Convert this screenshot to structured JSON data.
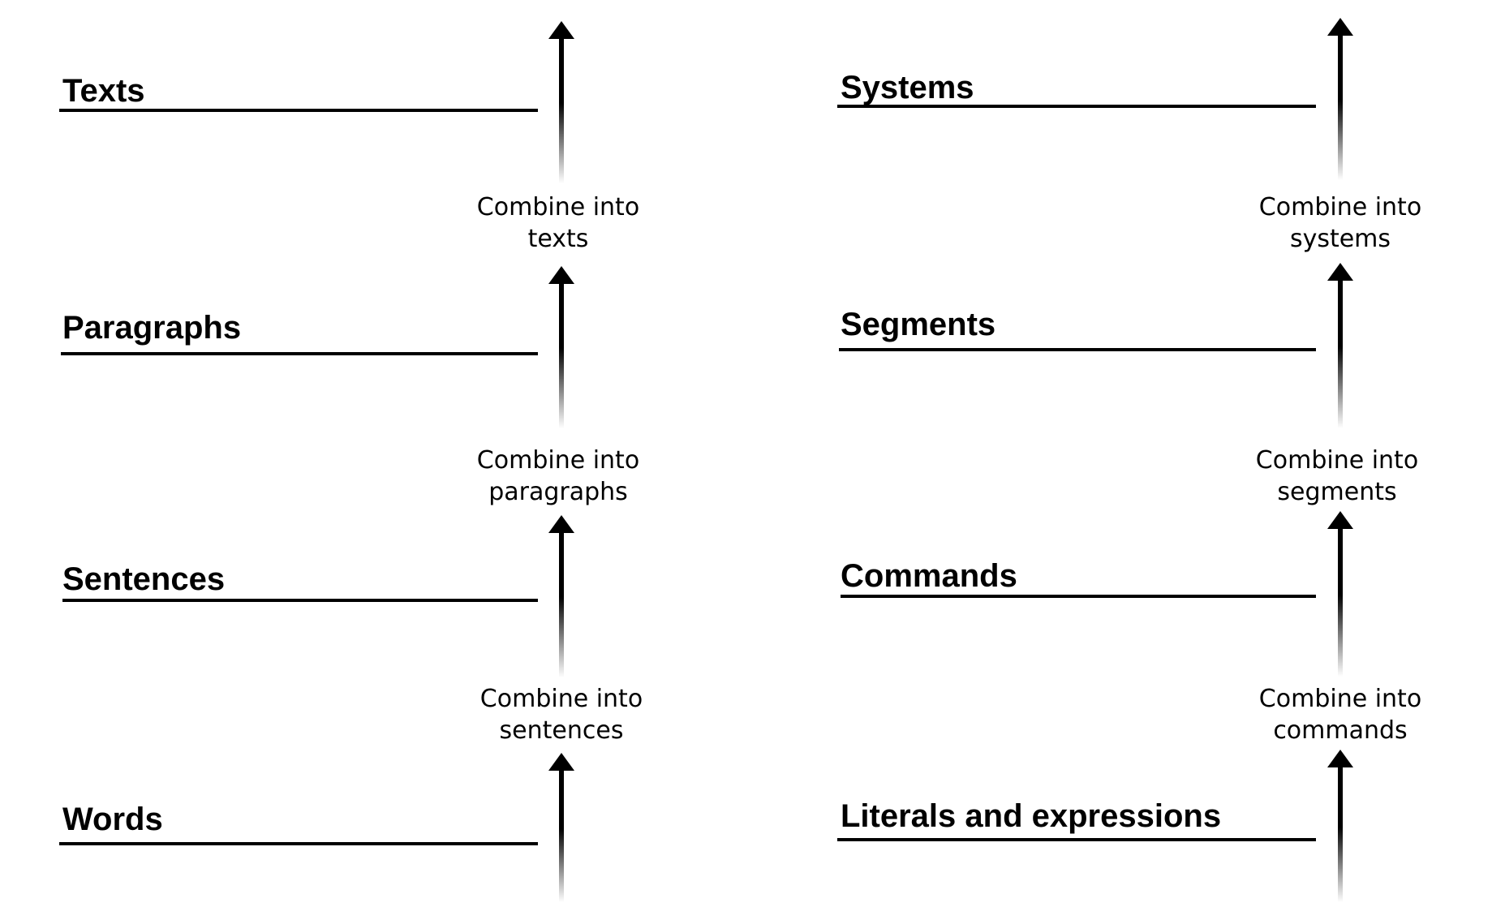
{
  "diagrams": [
    {
      "levels": [
        "Texts",
        "Paragraphs",
        "Sentences",
        "Words"
      ],
      "steps": [
        [
          "Combine into",
          "texts"
        ],
        [
          "Combine into",
          "paragraphs"
        ],
        [
          "Combine into",
          "sentences"
        ]
      ]
    },
    {
      "levels": [
        "Systems",
        "Segments",
        "Commands",
        "Literals and expressions"
      ],
      "steps": [
        [
          "Combine into",
          "systems"
        ],
        [
          "Combine into",
          "segments"
        ],
        [
          "Combine into",
          "commands"
        ]
      ]
    }
  ]
}
